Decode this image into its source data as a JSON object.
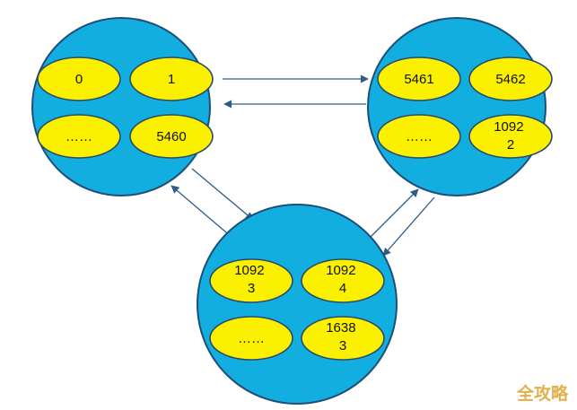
{
  "nodes": [
    {
      "id": "node-a",
      "slots": [
        [
          "0"
        ],
        [
          "1"
        ],
        [
          "……"
        ],
        [
          "5460"
        ]
      ]
    },
    {
      "id": "node-b",
      "slots": [
        [
          "5461"
        ],
        [
          "5462"
        ],
        [
          "……"
        ],
        [
          "1092",
          "2"
        ]
      ]
    },
    {
      "id": "node-c",
      "slots": [
        [
          "1092",
          "3"
        ],
        [
          "1092",
          "4"
        ],
        [
          "……"
        ],
        [
          "1638",
          "3"
        ]
      ]
    }
  ],
  "watermark": "全攻略",
  "colors": {
    "node_fill": "#12aee0",
    "node_stroke": "#1f4e7a",
    "slot_fill": "#fbf000",
    "arrow": "#2f5d8a"
  }
}
